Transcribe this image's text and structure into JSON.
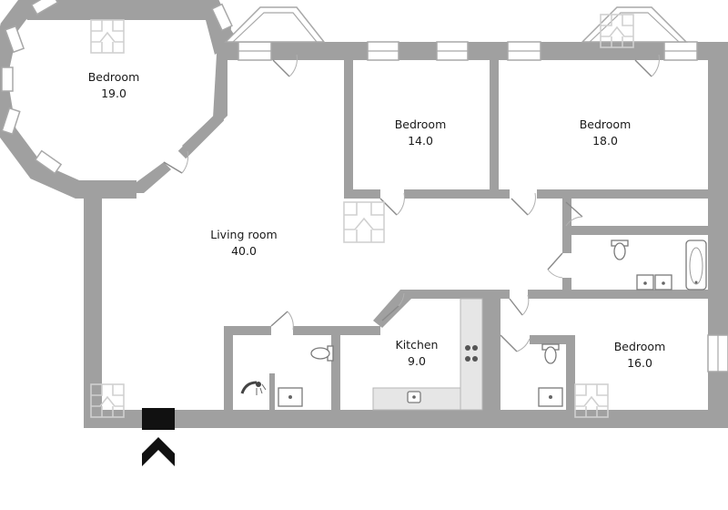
{
  "rooms": [
    {
      "id": "bedroom-1",
      "label": "Bedroom",
      "area": "19.0"
    },
    {
      "id": "bedroom-2",
      "label": "Bedroom",
      "area": "14.0"
    },
    {
      "id": "bedroom-3",
      "label": "Bedroom",
      "area": "18.0"
    },
    {
      "id": "living-room",
      "label": "Living room",
      "area": "40.0"
    },
    {
      "id": "kitchen",
      "label": "Kitchen",
      "area": "9.0"
    },
    {
      "id": "bedroom-4",
      "label": "Bedroom",
      "area": "16.0"
    }
  ],
  "colors": {
    "wall": "#a0a0a0",
    "background": "#ffffff",
    "entrance": "#111111",
    "watermark": "#d0d0d0",
    "text": "#1a1a1a"
  },
  "icons": [
    "entrance-arrow-icon",
    "watermark-logo-icon",
    "shower-icon",
    "toilet-icon",
    "sink-icon",
    "stove-icon",
    "bathtub-icon"
  ]
}
